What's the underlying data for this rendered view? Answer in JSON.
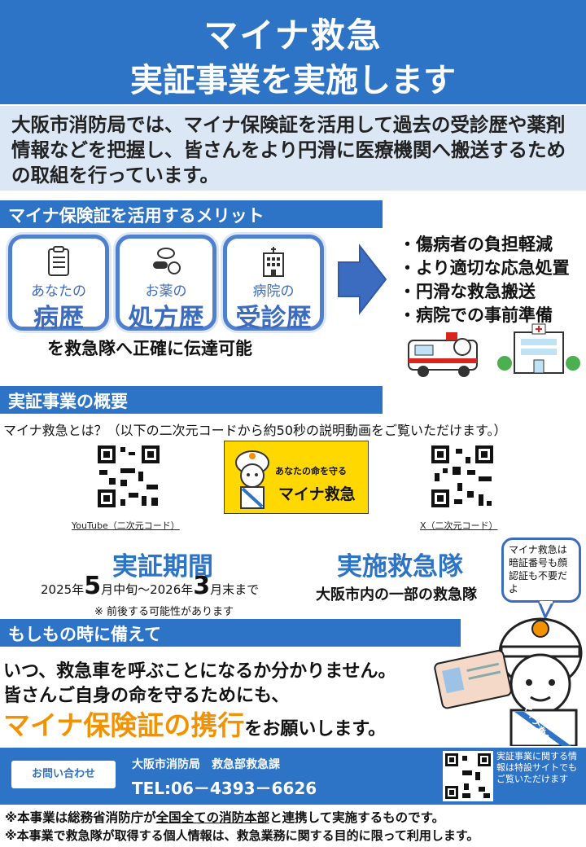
{
  "header": {
    "title_line1": "マイナ救急",
    "title_line2": "実証事業を実施します"
  },
  "intro": {
    "text": "大阪市消防局では、マイナ保険証を活用して過去の受診歴や薬剤情報などを把握し、皆さんをより円滑に医療機関へ搬送するための取組を行っています。"
  },
  "merits": {
    "heading": "マイナ保険証を活用するメリット",
    "cards": [
      {
        "small": "あなたの",
        "big": "病歴",
        "icon": "clipboard-icon"
      },
      {
        "small": "お薬の",
        "big": "処方歴",
        "icon": "pills-icon"
      },
      {
        "small": "病院の",
        "big": "受診歴",
        "icon": "hospital-icon"
      }
    ],
    "transfer_text": "を救急隊へ正確に伝達可能",
    "bullets": [
      "・傷病者の負担軽減",
      "・より適切な応急処置",
      "・円滑な救急搬送",
      "・病院での事前準備"
    ]
  },
  "overview": {
    "heading": "実証事業の概要",
    "what_is": "マイナ救急とは？（以下の二次元コードから約50秒の説明動画をご覧いただけます。）",
    "youtube_label": "YouTube（二次元コード）",
    "x_label": "X（二次元コード）",
    "banner_small": "あなたの命を守る",
    "banner_big": "マイナ救急",
    "period_heading": "実証期間",
    "period_y1": "2025年",
    "period_m1": "5",
    "period_t1": "月中旬〜2026年",
    "period_m2": "3",
    "period_t2": "月末まで",
    "period_note": "※ 前後する可能性があります",
    "team_heading": "実施救急隊",
    "team_text": "大阪市内の一部の救急隊",
    "bubble": "マイナ救急は暗証番号も顔認証も不要だよ"
  },
  "prepare": {
    "heading": "もしもの時に備えて",
    "line1": "いつ、救急車を呼ぶことになるか分かりません。",
    "line2": "皆さんご自身の命を守るためにも、",
    "emph": "マイナ保険証の携行",
    "tail": "をお願いします。",
    "sash": "マイナ救急"
  },
  "footer": {
    "contact_label": "お問い合わせ",
    "org": "大阪市消防局　救急部救急課",
    "tel": "TEL:06－4393－6626",
    "site_note": "実証事業に関する情報は特設サイトでもご覧いただけます"
  },
  "notes": {
    "n1_pre": "※本事業は総務省消防庁が",
    "n1_u": "全国全ての消防本部",
    "n1_post": "と連携して実施するものです。",
    "n2": "※本事業で救急隊が取得する個人情報は、救急業務に関する目的に限って利用します。"
  },
  "colors": {
    "brand": "#2e74c6",
    "accent_orange": "#f29200",
    "light_blue": "#dbe7f4",
    "banner_yellow": "#ffd800"
  }
}
